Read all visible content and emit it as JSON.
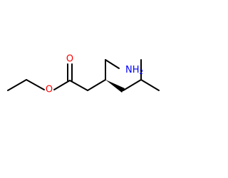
{
  "molecule": {
    "atoms": {
      "o_carbonyl": {
        "symbol": "O",
        "color": "#ff0000"
      },
      "o_ester": {
        "symbol": "O",
        "color": "#ff0000"
      },
      "amine": {
        "symbol": "NH",
        "subscript": "2",
        "color": "#0000ff"
      }
    },
    "bond_color": "#000000",
    "stereo": "wedge"
  }
}
